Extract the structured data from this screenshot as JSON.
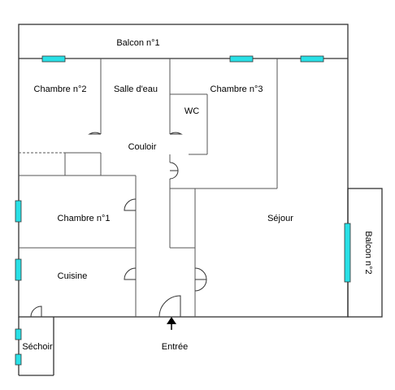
{
  "colors": {
    "window": "#29e0e6",
    "wall": "#333333",
    "background": "#ffffff"
  },
  "rooms": {
    "balcon_1": "Balcon n°1",
    "chambre_2": "Chambre n°2",
    "salle_deau": "Salle d'eau",
    "chambre_3": "Chambre n°3",
    "wc": "WC",
    "couloir": "Couloir",
    "chambre_1": "Chambre n°1",
    "sejour": "Séjour",
    "balcon_2": "Balcon n°2",
    "cuisine": "Cuisine",
    "sechoir": "Séchoir"
  },
  "entrance": {
    "label": "Entrée",
    "icon": "arrow-up-icon"
  }
}
